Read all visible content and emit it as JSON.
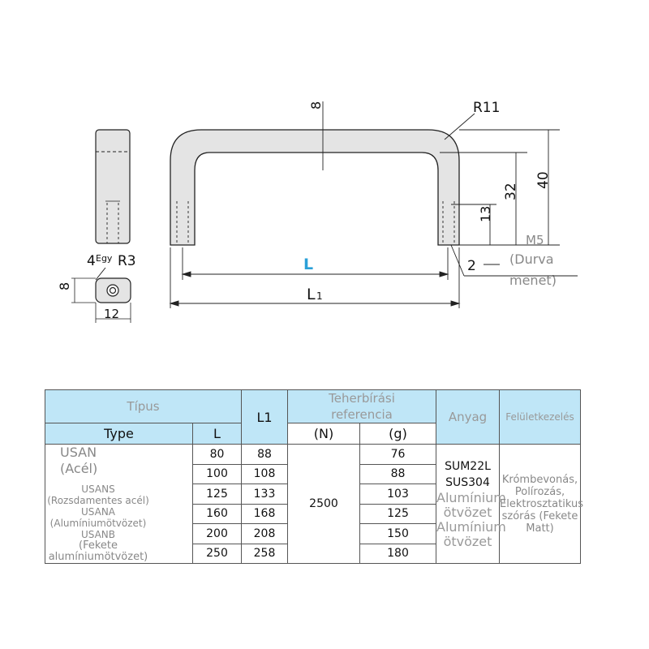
{
  "drawing": {
    "side_view_dims": {
      "radius_label": "R3",
      "count_label": "4",
      "count_suffix": "Egy",
      "height": "8",
      "width": "12"
    },
    "front_view_dims": {
      "thickness": "8",
      "bend_radius": "R11",
      "total_height": "40",
      "inner_height": "32",
      "thread_depth": "13",
      "offset": "2",
      "thread_label_line1": "M5",
      "thread_label_line2": "(Durva",
      "thread_label_line3": "menet)",
      "span_label": "L",
      "overall_label": "L",
      "overall_sub": "1"
    },
    "colors": {
      "accent": "#2aa0d8",
      "handle_fill": "#e4e4e4",
      "header_bg": "#bfe6f7"
    }
  },
  "table": {
    "headers": {
      "tipus": "Típus",
      "type": "Type",
      "l": "L",
      "l1": "L1",
      "load_line1": "Teherbírási",
      "load_line2": "referencia",
      "load_unit": "(N)",
      "mass_unit": "(g)",
      "material": "Anyag",
      "surface": "Felületkezelés"
    },
    "types": [
      {
        "code": "USAN",
        "desc": "(Acél)"
      },
      {
        "code": "USANS",
        "desc": "(Rozsdamentes acél)"
      },
      {
        "code": "USANA",
        "desc": "(Alumíniumötvözet)"
      },
      {
        "code": "USANB",
        "desc": "(Fekete alumíniumötvözet)"
      }
    ],
    "rows": [
      {
        "l": "80",
        "l1": "88",
        "mass": "76"
      },
      {
        "l": "100",
        "l1": "108",
        "mass": "88"
      },
      {
        "l": "125",
        "l1": "133",
        "mass": "103"
      },
      {
        "l": "160",
        "l1": "168",
        "mass": "125"
      },
      {
        "l": "200",
        "l1": "208",
        "mass": "150"
      },
      {
        "l": "250",
        "l1": "258",
        "mass": "180"
      }
    ],
    "load_value": "2500",
    "materials": [
      "SUM22L",
      "SUS304",
      "Alumínium ötvözet",
      "Alumínium ötvözet"
    ],
    "surface_text": "Krómbevonás, Polírozás, Elektrosztatikus szórás (Fekete Matt)"
  }
}
